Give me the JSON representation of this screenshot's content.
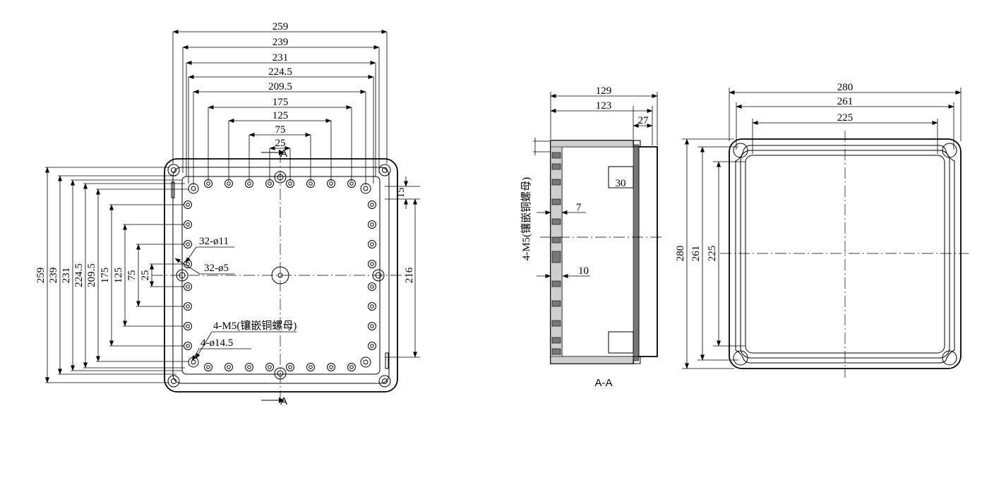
{
  "front_view": {
    "top_dims": [
      "259",
      "239",
      "231",
      "224.5",
      "209.5",
      "175",
      "125",
      "75",
      "25"
    ],
    "left_dims": [
      "259",
      "239",
      "231",
      "224.5",
      "209.5",
      "175",
      "125",
      "75",
      "25"
    ],
    "right_dims": [
      "15",
      "216"
    ],
    "section_marker": "A",
    "callouts": {
      "holes_large": "32-ø11",
      "holes_small": "32-ø5",
      "inserts": "4-M5(镶嵌铜螺母)",
      "corner_holes": "4-ø14.5"
    }
  },
  "section_view": {
    "top_dims": [
      "129",
      "123",
      "27"
    ],
    "inner_dims": [
      "30",
      "7",
      "10"
    ],
    "side_note": "4-M5(镶嵌铜螺母)",
    "caption": "A-A"
  },
  "back_view": {
    "top_dims": [
      "280",
      "261",
      "225"
    ],
    "left_dims": [
      "280",
      "261",
      "225"
    ]
  }
}
